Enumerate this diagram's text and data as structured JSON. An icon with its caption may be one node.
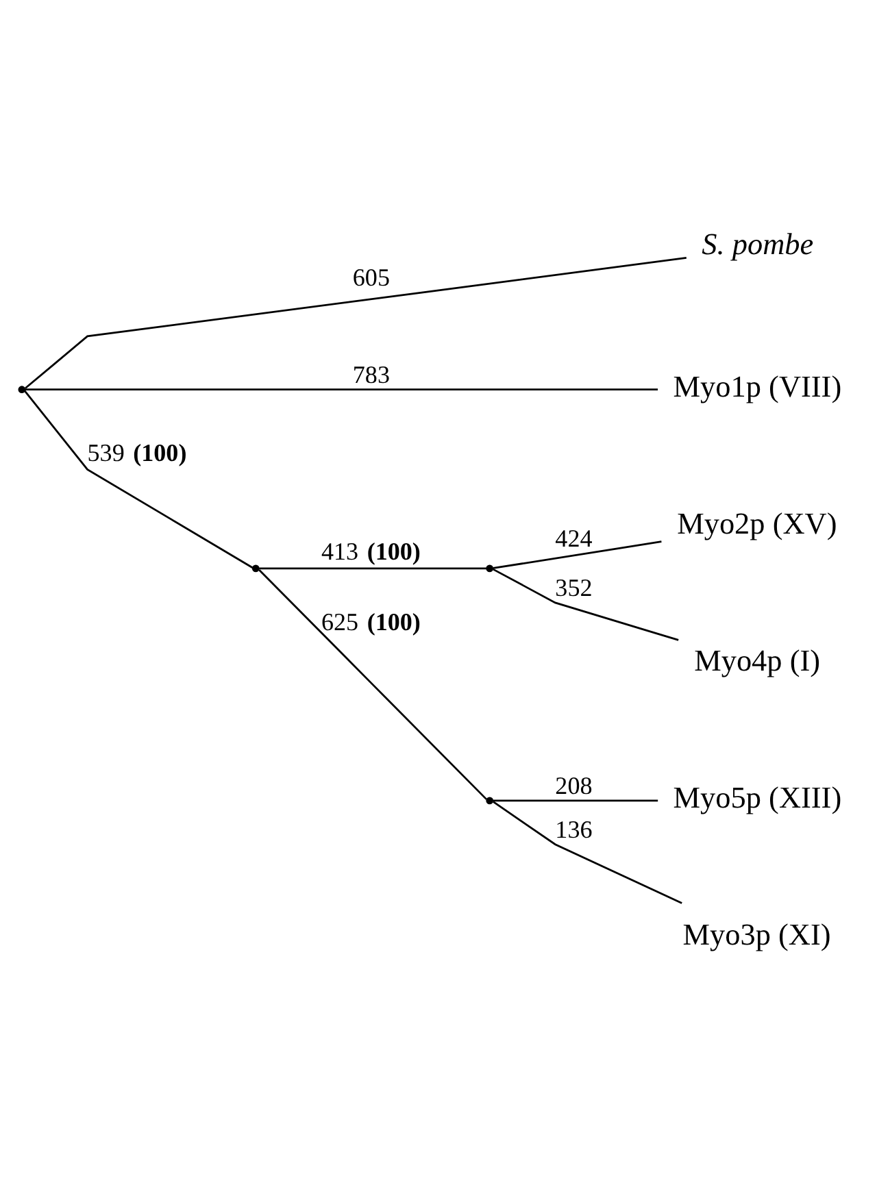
{
  "diagram": {
    "nodes": [
      {
        "text": [],
        "shape": "point"
      },
      {
        "text": [
          "S. pombe"
        ]
      },
      {
        "text": [
          "Myo1p (VIII)"
        ]
      },
      {
        "text": [],
        "shape": "point"
      },
      {
        "text": [],
        "shape": "point"
      },
      {
        "text": [
          "Myo2p (XV)"
        ]
      },
      {
        "text": [
          "Myo4p (I)"
        ]
      },
      {
        "text": [],
        "shape": "point"
      },
      {
        "text": [
          "Myo5p (XIII)"
        ]
      },
      {
        "text": [
          "Myo3p (XI)"
        ]
      }
    ],
    "edges": [
      {
        "from": 0,
        "to": 1,
        "arrow": "none",
        "label": "605"
      },
      {
        "from": 0,
        "to": 2,
        "arrow": "none",
        "label": "783"
      },
      {
        "from": 0,
        "to": 3,
        "arrow": "none",
        "label": "539 **(100)**"
      },
      {
        "from": 3,
        "to": 4,
        "arrow": "none",
        "label": "413 **(100)**"
      },
      {
        "from": 4,
        "to": 5,
        "arrow": "none",
        "label": "424"
      },
      {
        "from": 4,
        "to": 6,
        "arrow": "none",
        "label": "352"
      },
      {
        "from": 3,
        "to": 7,
        "arrow": "none",
        "label": "625 **(100)**"
      },
      {
        "from": 7,
        "to": 8,
        "arrow": "none",
        "label": "208"
      },
      {
        "from": 7,
        "to": 9,
        "arrow": "none",
        "label": "136"
      }
    ]
  }
}
